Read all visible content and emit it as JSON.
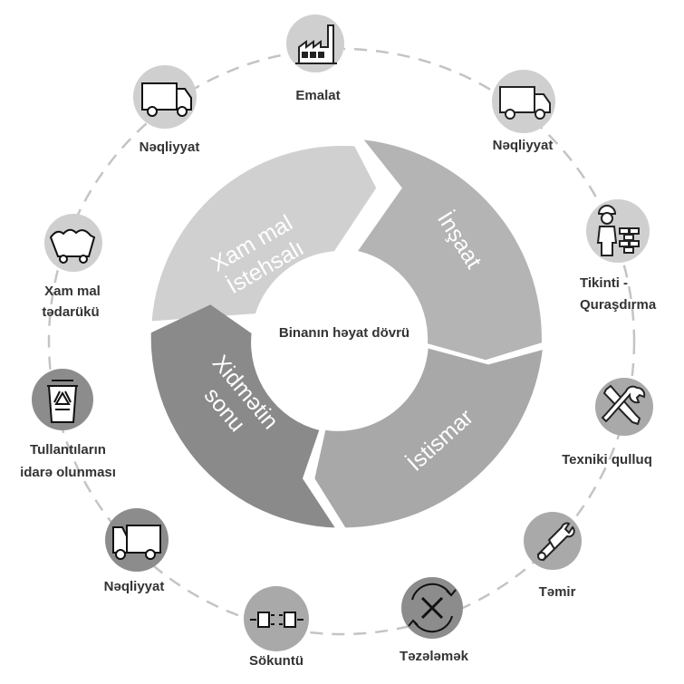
{
  "center_label": "Binanın həyat dövrü",
  "segments": {
    "raw_production": [
      "Xam mal",
      "İstehsalı"
    ],
    "construction": [
      "İnşaat"
    ],
    "operation": [
      "İstismar"
    ],
    "end_of_service": [
      "Xidmətin",
      "sonu"
    ]
  },
  "nodes": {
    "processing": [
      "Emalat"
    ],
    "transport_top_right": [
      "Nəqliyyat"
    ],
    "construction_install": [
      "Tikinti -",
      "Quraşdırma"
    ],
    "maintenance": [
      "Texniki qulluq"
    ],
    "repair": [
      "Təmir"
    ],
    "renovation": [
      "Təzələmək"
    ],
    "demolition": [
      "Sökuntü"
    ],
    "transport_bottom_left": [
      "Nəqliyyat"
    ],
    "waste_management": [
      "Tullantıların",
      "idarə olunması"
    ],
    "raw_supply": [
      "Xam mal",
      "tədarükü"
    ],
    "transport_top_left": [
      "Nəqliyyat"
    ]
  },
  "colors": {
    "segment_raw_production": "#d0d0d0",
    "segment_construction": "#b4b4b4",
    "segment_operation": "#a8a8a8",
    "segment_end_of_service": "#8a8a8a",
    "icon_light": "#cfcfcf",
    "icon_mid": "#a9a9a9",
    "icon_dark": "#8c8c8c",
    "dashed_ring": "#c4c4c4",
    "text": "#333333"
  },
  "icons": {
    "processing": "factory-icon",
    "transport_top_right": "truck-icon",
    "construction_install": "construction-worker-icon",
    "maintenance": "wrench-screwdriver-icon",
    "repair": "repair-wrench-icon",
    "renovation": "renovate-cycle-icon",
    "demolition": "demolition-plug-icon",
    "transport_bottom_left": "truck-icon",
    "waste_management": "recycle-bin-icon",
    "raw_supply": "mine-cart-icon",
    "transport_top_left": "truck-icon"
  }
}
